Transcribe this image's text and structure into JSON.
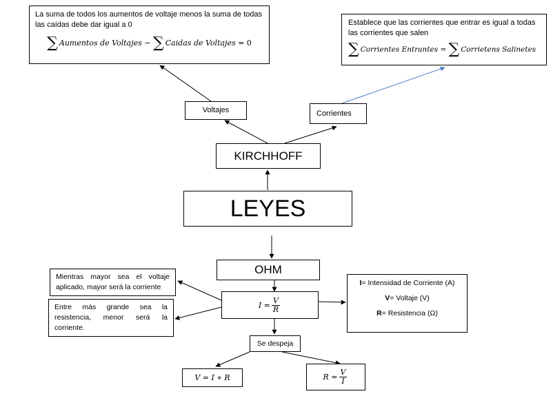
{
  "voltajes_def": {
    "text": "La suma de todos los aumentos de voltaje menos la suma de todas las caídas debe dar igual a 0",
    "sum1": "∑",
    "term1": "Aumentos de Voltajes",
    "minus": "−",
    "sum2": "∑",
    "term2": "Caidas de Voltajes",
    "rhs": "= 0"
  },
  "corrientes_def": {
    "text": "Establece que las corrientes que entrar es igual a todas las corrientes que salen",
    "sum1": "∑",
    "term1": "Corrientes Entrantes",
    "eq": "=",
    "sum2": "∑",
    "term2": "Corrietens Salinetes"
  },
  "nodes": {
    "voltajes": "Voltajes",
    "corrientes": "Corrientes",
    "kirchhoff": "KIRCHHOFF",
    "leyes": "LEYES",
    "ohm": "OHM",
    "despeja": "Se despeja"
  },
  "ohm_formula": {
    "lhs": "I =",
    "num": "V",
    "den": "R"
  },
  "notes": {
    "mayor_voltaje": "Mientras mayor sea el voltaje aplicado, mayor será la corriente",
    "mayor_resistencia": "Entre más grande sea la resistencia, menor será la corriente."
  },
  "legend": {
    "i_sym": "I",
    "i_desc": "= Intensidad de Corriente (A)",
    "v_sym": "V",
    "v_desc": "= Voltaje (V)",
    "r_sym": "R",
    "r_desc": "= Resistencia (Ω)"
  },
  "derived": {
    "v_formula": "V = I ∗ R",
    "r_lhs": "R =",
    "r_num": "V",
    "r_den": "I"
  },
  "colors": {
    "line": "#000000",
    "blue_arrow": "#4a7fc1"
  }
}
